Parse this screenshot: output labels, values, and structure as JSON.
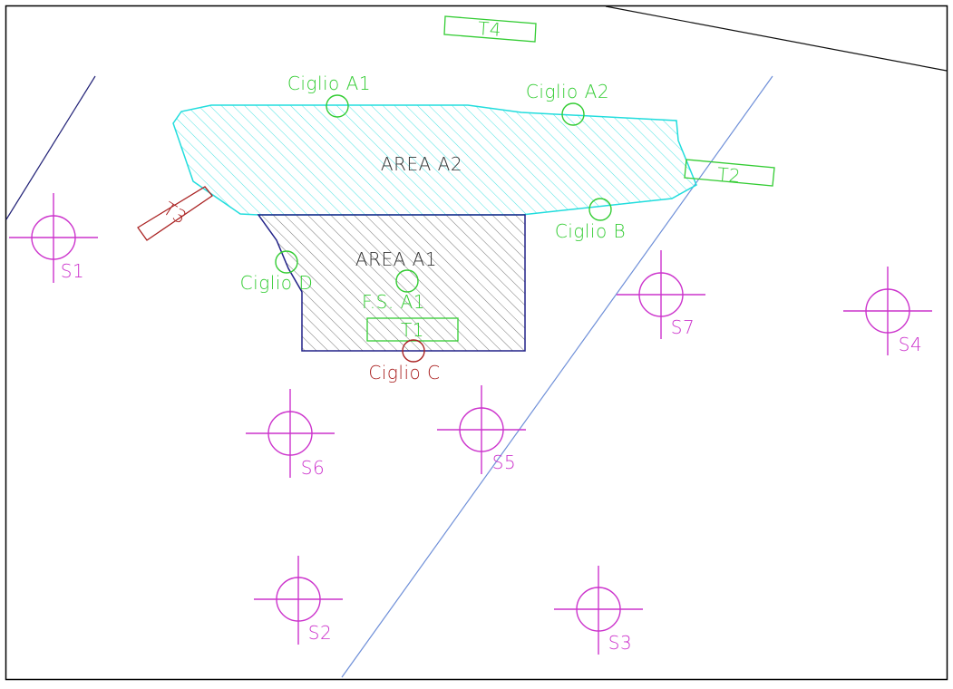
{
  "colors": {
    "survey": "#cc33cc",
    "survey_text": "#cc33cc",
    "label_green": "#33cc33",
    "label_red": "#aa2222",
    "area_a2_stroke": "#22dddd",
    "area_a2_hatch": "#22dddd",
    "area_a1_stroke": "#222288",
    "area_a1_hatch": "#555555",
    "area_text": "#333333",
    "line_blue": "#6e8fd8",
    "line_navy": "#222277",
    "line_black": "#111111",
    "frame": "#000000"
  },
  "areas": {
    "a2": {
      "label": "AREA  A2"
    },
    "a1": {
      "label": "AREA  A1"
    }
  },
  "trenches": {
    "t1": {
      "label": "T1"
    },
    "t2": {
      "label": "T2"
    },
    "t3": {
      "label": "T3"
    },
    "t4": {
      "label": "T4"
    }
  },
  "ciglio": {
    "a1": {
      "label": "Ciglio  A1"
    },
    "a2": {
      "label": "Ciglio  A2"
    },
    "b": {
      "label": "Ciglio  B"
    },
    "c": {
      "label": "Ciglio  C"
    },
    "d": {
      "label": "Ciglio  D"
    },
    "fs": {
      "label": "F.S.  A1"
    }
  },
  "soundings": {
    "s1": {
      "label": "S1",
      "icon": "crosshair-circle-icon"
    },
    "s2": {
      "label": "S2",
      "icon": "crosshair-circle-icon"
    },
    "s3": {
      "label": "S3",
      "icon": "crosshair-circle-icon"
    },
    "s4": {
      "label": "S4",
      "icon": "crosshair-circle-icon"
    },
    "s5": {
      "label": "S5",
      "icon": "crosshair-circle-icon"
    },
    "s6": {
      "label": "S6",
      "icon": "crosshair-circle-icon"
    },
    "s7": {
      "label": "S7",
      "icon": "crosshair-circle-icon"
    }
  }
}
